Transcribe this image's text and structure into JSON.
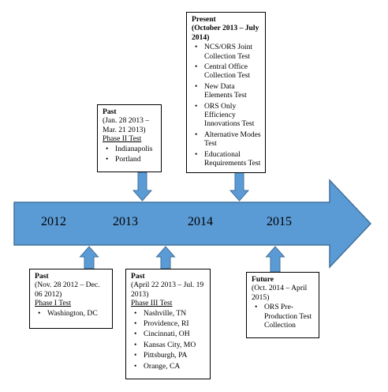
{
  "timeline": {
    "years": [
      "2012",
      "2013",
      "2014",
      "2015"
    ],
    "arrow_fill": "#5b9bd5",
    "arrow_stroke": "#41719c"
  },
  "boxes": {
    "past_phase_1": {
      "status": "Past",
      "dates": "(Nov. 28 2012 – Dec. 06 2012)",
      "phase": "Phase I Test",
      "items": [
        "Washington, DC"
      ]
    },
    "past_phase_2": {
      "status": "Past",
      "dates": "(Jan. 28 2013 – Mar. 21 2013)",
      "phase": "Phase II Test",
      "items": [
        "Indianapolis",
        "Portland"
      ]
    },
    "past_phase_3": {
      "status": "Past",
      "dates": "(April 22 2013 – Jul. 19 2013)",
      "phase": "Phase III Test",
      "items": [
        "Nashville, TN",
        "Providence, RI",
        "Cincinnati, OH",
        "Kansas City, MO",
        "Pittsburgh, PA",
        "Orange, CA"
      ]
    },
    "present": {
      "status": "Present",
      "dates": "(October 2013 – July 2014)",
      "items": [
        "NCS/ORS Joint Collection Test",
        "Central Office Collection Test",
        "New Data Elements Test",
        "ORS Only Efficiency Innovations Test",
        "Alternative Modes Test",
        "Educational Requirements Test"
      ]
    },
    "future": {
      "status": "Future",
      "dates": "(Oct. 2014 – April 2015)",
      "items": [
        "ORS Pre-Production Test Collection"
      ]
    }
  }
}
